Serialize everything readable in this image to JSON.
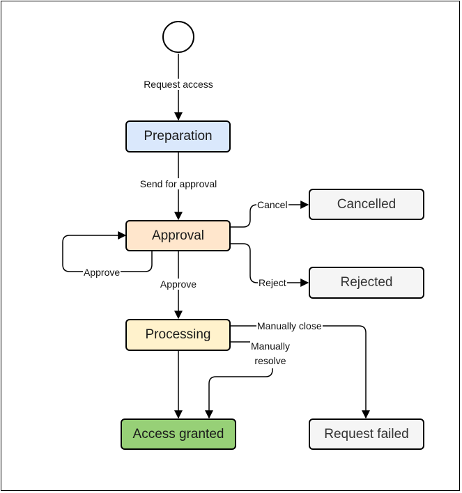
{
  "diagram": {
    "states": {
      "preparation": {
        "label": "Preparation",
        "fill": "#dae8fc"
      },
      "approval": {
        "label": "Approval",
        "fill": "#ffe6cc"
      },
      "cancelled": {
        "label": "Cancelled",
        "fill": "#f5f5f5"
      },
      "rejected": {
        "label": "Rejected",
        "fill": "#f5f5f5"
      },
      "processing": {
        "label": "Processing",
        "fill": "#fff2cc"
      },
      "access_granted": {
        "label": "Access granted",
        "fill": "#97d077"
      },
      "request_failed": {
        "label": "Request failed",
        "fill": "#f5f5f5"
      }
    },
    "transitions": {
      "request_access": "Request access",
      "send_for_approval": "Send for approval",
      "cancel": "Cancel",
      "reject": "Reject",
      "approve_loop": "Approve",
      "approve": "Approve",
      "manually_close": "Manually close",
      "manually_resolve_line1": "Manually",
      "manually_resolve_line2": "resolve"
    }
  }
}
